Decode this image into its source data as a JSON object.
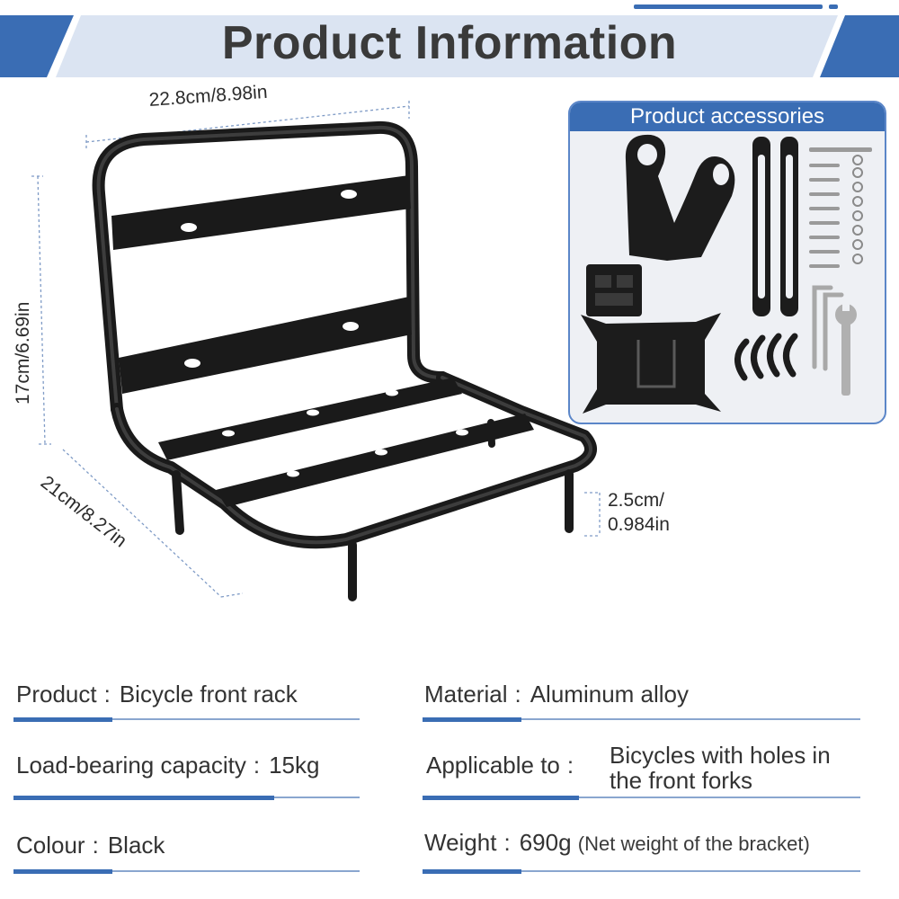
{
  "header": {
    "title": "Product Information"
  },
  "dimensions": {
    "width": "22.8cm/8.98in",
    "height": "17cm/6.69in",
    "depth": "21cm/8.27in",
    "leg_line1": "2.5cm/",
    "leg_line2": "0.984in"
  },
  "accessories": {
    "title": "Product accessories"
  },
  "specs": {
    "product": {
      "label": "Product",
      "sep": ":",
      "value": "Bicycle front rack"
    },
    "material": {
      "label": "Material",
      "sep": ":",
      "value": "Aluminum alloy"
    },
    "load": {
      "label": "Load-bearing capacity",
      "sep": ":",
      "value": "15kg"
    },
    "applicable": {
      "label": "Applicable to",
      "sep": ":",
      "value_line1": "Bicycles with holes in",
      "value_line2": "the front forks"
    },
    "colour": {
      "label": "Colour",
      "sep": ":",
      "value": "Black"
    },
    "weight": {
      "label": "Weight",
      "sep": ":",
      "value": "690g",
      "note": "(Net weight of the bracket)"
    }
  },
  "colors": {
    "accent": "#3a6db4",
    "banner_light": "#dbe4f2",
    "rack": "#1a1a1a"
  }
}
